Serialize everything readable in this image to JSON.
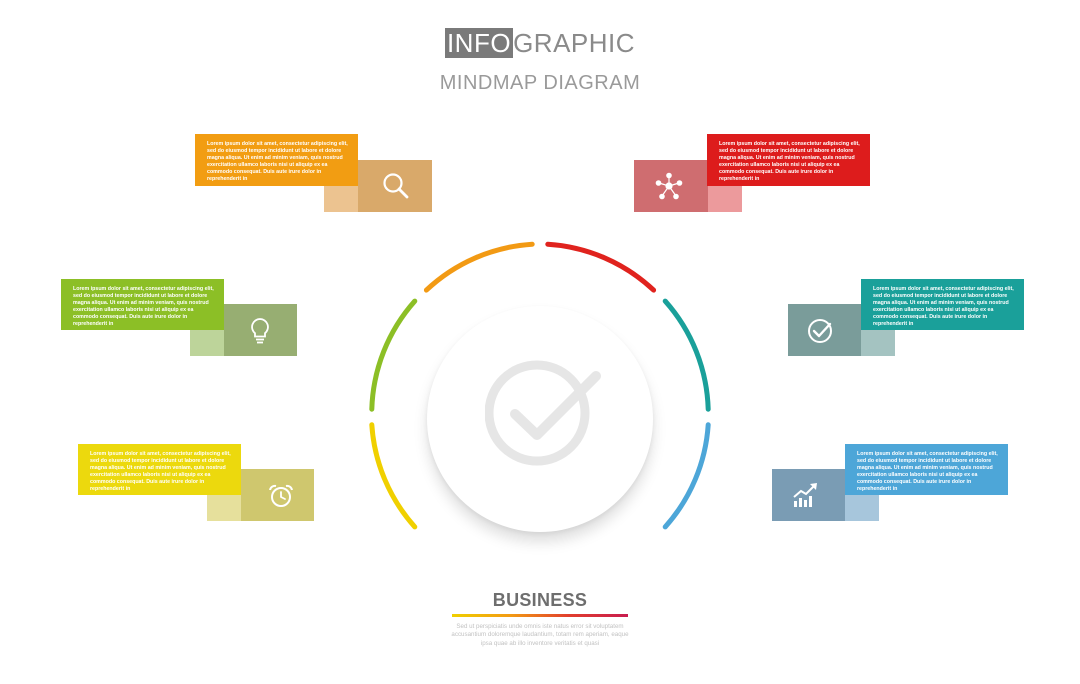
{
  "header": {
    "title_highlight": "INFO",
    "title_rest": "GRAPHIC",
    "subtitle": "MINDMAP DIAGRAM"
  },
  "cards": [
    {
      "id": "search",
      "side": "left",
      "icon": "search-icon",
      "front_color": "#f29d12",
      "back_color": "#d9a96a",
      "fold_color": "#ecc390",
      "text": "Lorem ipsum dolor sit amet, consectetur adipiscing elit, sed do eiusmod tempor incididunt ut labore et dolore magna aliqua. Ut enim ad minim veniam, quis nostrud exercitation ullamco laboris nisi ut aliquip ex ea commodo consequat. Duis aute irure dolor in reprehenderit in"
    },
    {
      "id": "network",
      "side": "right",
      "icon": "network-icon",
      "front_color": "#dd1c1c",
      "back_color": "#cf6d70",
      "fold_color": "#ec9a9c",
      "text": "Lorem ipsum dolor sit amet, consectetur adipiscing elit, sed do eiusmod tempor incididunt ut labore et dolore magna aliqua. Ut enim ad minim veniam, quis nostrud exercitation ullamco laboris nisi ut aliquip ex ea commodo consequat. Duis aute irure dolor in reprehenderit in"
    },
    {
      "id": "idea",
      "side": "left",
      "icon": "lightbulb-icon",
      "front_color": "#8cbf26",
      "back_color": "#97ae72",
      "fold_color": "#bdd49a",
      "text": "Lorem ipsum dolor sit amet, consectetur adipiscing elit, sed do eiusmod tempor incididunt ut labore et dolore magna aliqua. Ut enim ad minim veniam, quis nostrud exercitation ullamco laboris nisi ut aliquip ex ea commodo consequat. Duis aute irure dolor in reprehenderit in"
    },
    {
      "id": "check",
      "side": "right",
      "icon": "check-circle-icon",
      "front_color": "#1aa09a",
      "back_color": "#7a9c9a",
      "fold_color": "#a4c3c1",
      "text": "Lorem ipsum dolor sit amet, consectetur adipiscing elit, sed do eiusmod tempor incididunt ut labore et dolore magna aliqua. Ut enim ad minim veniam, quis nostrud exercitation ullamco laboris nisi ut aliquip ex ea commodo consequat. Duis aute irure dolor in reprehenderit in"
    },
    {
      "id": "clock",
      "side": "left",
      "icon": "alarm-clock-icon",
      "front_color": "#ecd90d",
      "back_color": "#cfc76e",
      "fold_color": "#e6e09c",
      "text": "Lorem ipsum dolor sit amet, consectetur adipiscing elit, sed do eiusmod tempor incididunt ut labore et dolore magna aliqua. Ut enim ad minim veniam, quis nostrud exercitation ullamco laboris nisi ut aliquip ex ea commodo consequat. Duis aute irure dolor in reprehenderit in"
    },
    {
      "id": "growth",
      "side": "right",
      "icon": "growth-chart-icon",
      "front_color": "#4da6d8",
      "back_color": "#7a9cb4",
      "fold_color": "#a7c6dc",
      "text": "Lorem ipsum dolor sit amet, consectetur adipiscing elit, sed do eiusmod tempor incididunt ut labore et dolore magna aliqua. Ut enim ad minim veniam, quis nostrud exercitation ullamco laboris nisi ut aliquip ex ea commodo consequat. Duis aute irure dolor in reprehenderit in"
    }
  ],
  "ring_colors": [
    "#f0d000",
    "#8cbf26",
    "#f29a14",
    "#e0231e",
    "#1aa09a",
    "#4da6d8"
  ],
  "center_icon": "checkmark-circle-icon",
  "footer": {
    "title": "BUSINESS",
    "text": "Sed ut perspiciatis unde omnis iste natus error sit voluptatem accusantium doloremque laudantium, totam rem aperiam, eaque ipsa quae ab illo inventore veritatis et quasi"
  }
}
